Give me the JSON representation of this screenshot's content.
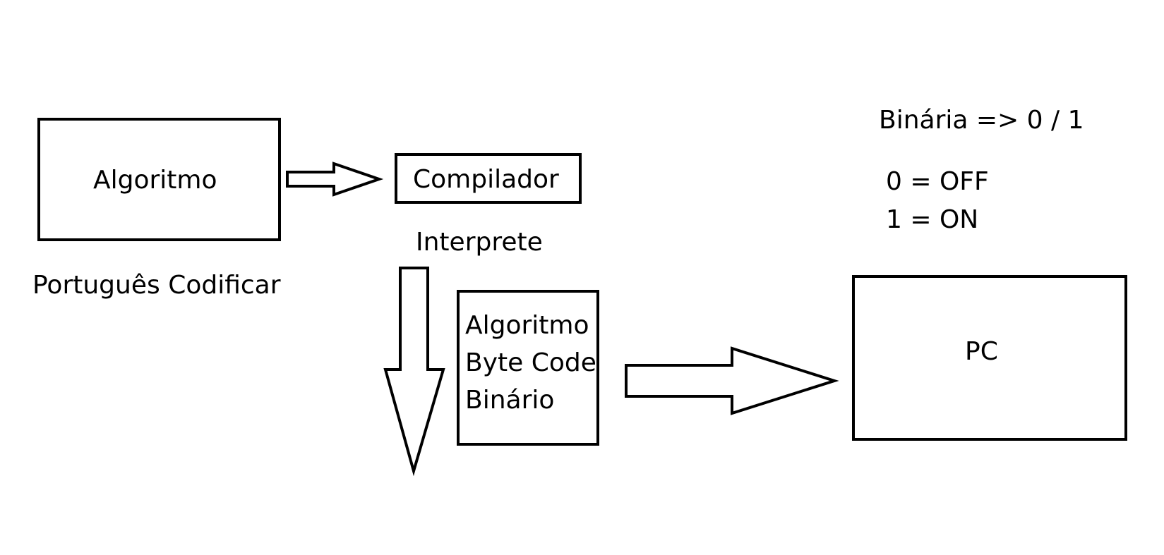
{
  "nodes": {
    "algoritmo": {
      "label": "Algoritmo"
    },
    "compilador": {
      "label": "Compilador"
    },
    "bytecode": {
      "lines": [
        "Algoritmo",
        "Byte Code",
        "Binário"
      ]
    },
    "pc": {
      "label": "PC"
    }
  },
  "annotations": {
    "portugues": "Português Codificar",
    "interprete": "Interprete",
    "binaria": "Binária => 0 / 1",
    "off": "0 = OFF",
    "on": "1 = ON"
  },
  "colors": {
    "stroke": "#000000",
    "fill": "#ffffff"
  }
}
